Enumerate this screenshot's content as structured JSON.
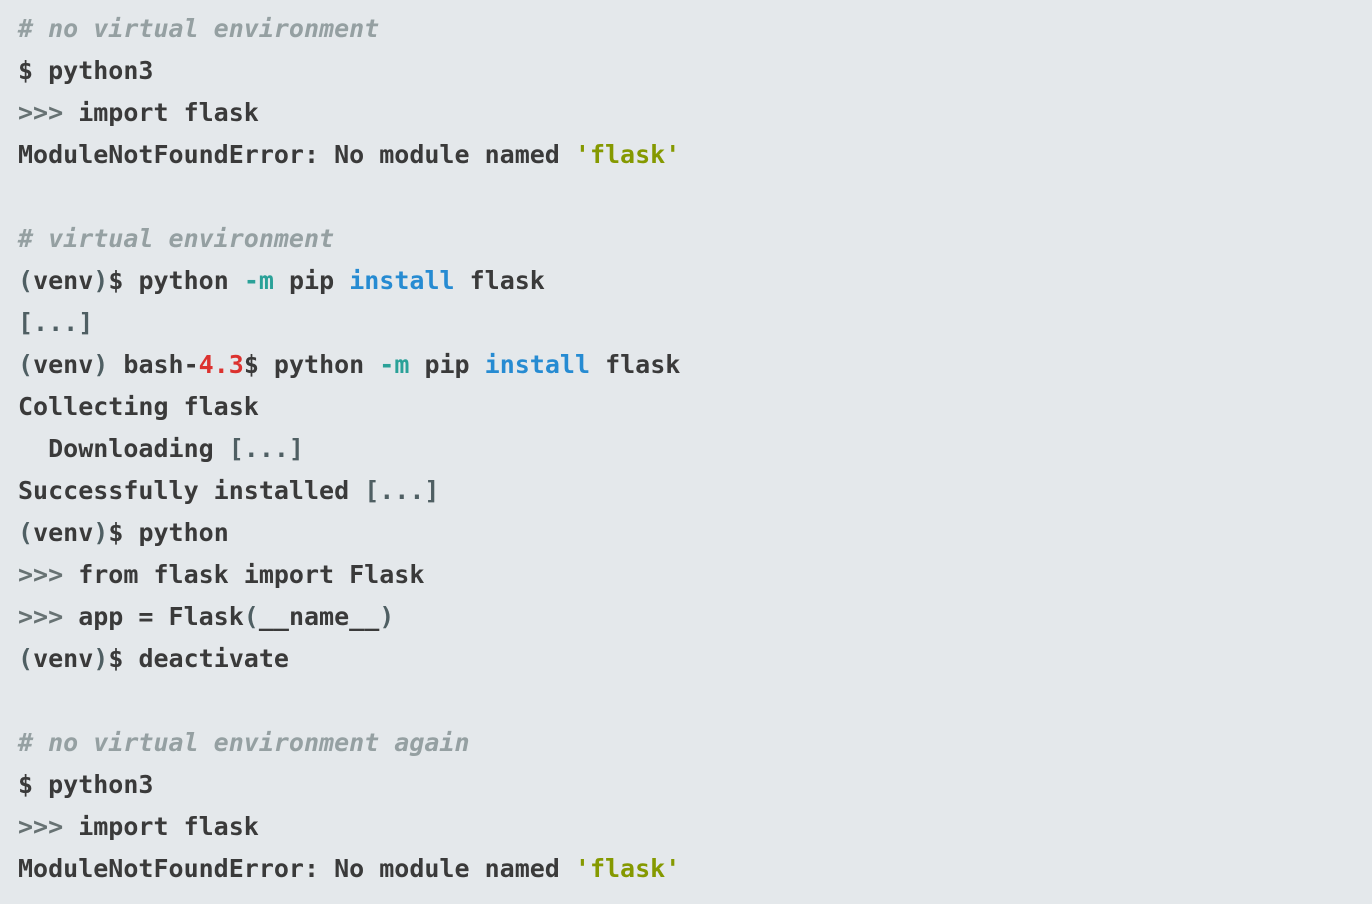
{
  "code": {
    "lines": [
      [
        {
          "t": "# no virtual environment",
          "c": "comment"
        }
      ],
      [
        {
          "t": "$ python3",
          "c": "text"
        }
      ],
      [
        {
          "t": ">>>",
          "c": "prompt"
        },
        {
          "t": " import flask",
          "c": "text"
        }
      ],
      [
        {
          "t": "ModuleNotFoundError: No module named ",
          "c": "text"
        },
        {
          "t": "'flask'",
          "c": "string"
        }
      ],
      [],
      [
        {
          "t": "# virtual environment",
          "c": "comment"
        }
      ],
      [
        {
          "t": "(",
          "c": "muted"
        },
        {
          "t": "venv",
          "c": "text"
        },
        {
          "t": ")",
          "c": "muted"
        },
        {
          "t": "$ python ",
          "c": "text"
        },
        {
          "t": "-m",
          "c": "flag"
        },
        {
          "t": " pip ",
          "c": "text"
        },
        {
          "t": "install",
          "c": "keyword"
        },
        {
          "t": " flask",
          "c": "text"
        }
      ],
      [
        {
          "t": "[...]",
          "c": "muted"
        }
      ],
      [
        {
          "t": "(",
          "c": "muted"
        },
        {
          "t": "venv",
          "c": "text"
        },
        {
          "t": ")",
          "c": "muted"
        },
        {
          "t": " bash-",
          "c": "text"
        },
        {
          "t": "4.3",
          "c": "number"
        },
        {
          "t": "$ python ",
          "c": "text"
        },
        {
          "t": "-m",
          "c": "flag"
        },
        {
          "t": " pip ",
          "c": "text"
        },
        {
          "t": "install",
          "c": "keyword"
        },
        {
          "t": " flask",
          "c": "text"
        }
      ],
      [
        {
          "t": "Collecting flask",
          "c": "text"
        }
      ],
      [
        {
          "t": "  Downloading ",
          "c": "text"
        },
        {
          "t": "[...]",
          "c": "muted"
        }
      ],
      [
        {
          "t": "Successfully installed ",
          "c": "text"
        },
        {
          "t": "[...]",
          "c": "muted"
        }
      ],
      [
        {
          "t": "(",
          "c": "muted"
        },
        {
          "t": "venv",
          "c": "text"
        },
        {
          "t": ")",
          "c": "muted"
        },
        {
          "t": "$ python",
          "c": "text"
        }
      ],
      [
        {
          "t": ">>>",
          "c": "prompt"
        },
        {
          "t": " from flask import Flask",
          "c": "text"
        }
      ],
      [
        {
          "t": ">>>",
          "c": "prompt"
        },
        {
          "t": " app = Flask",
          "c": "text"
        },
        {
          "t": "(",
          "c": "muted"
        },
        {
          "t": "__name__",
          "c": "text"
        },
        {
          "t": ")",
          "c": "muted"
        }
      ],
      [
        {
          "t": "(",
          "c": "muted"
        },
        {
          "t": "venv",
          "c": "text"
        },
        {
          "t": ")",
          "c": "muted"
        },
        {
          "t": "$ deactivate",
          "c": "text"
        }
      ],
      [],
      [
        {
          "t": "# no virtual environment again",
          "c": "comment"
        }
      ],
      [
        {
          "t": "$ python3",
          "c": "text"
        }
      ],
      [
        {
          "t": ">>>",
          "c": "prompt"
        },
        {
          "t": " import flask",
          "c": "text"
        }
      ],
      [
        {
          "t": "ModuleNotFoundError: No module named ",
          "c": "text"
        },
        {
          "t": "'flask'",
          "c": "string"
        }
      ]
    ]
  },
  "colors": {
    "background": "#e4e8eb",
    "text": "#3a3a3a",
    "comment": "#95a0a2",
    "flag": "#2aa198",
    "keyword": "#268bd2",
    "string": "#859900",
    "number": "#dc322f"
  }
}
